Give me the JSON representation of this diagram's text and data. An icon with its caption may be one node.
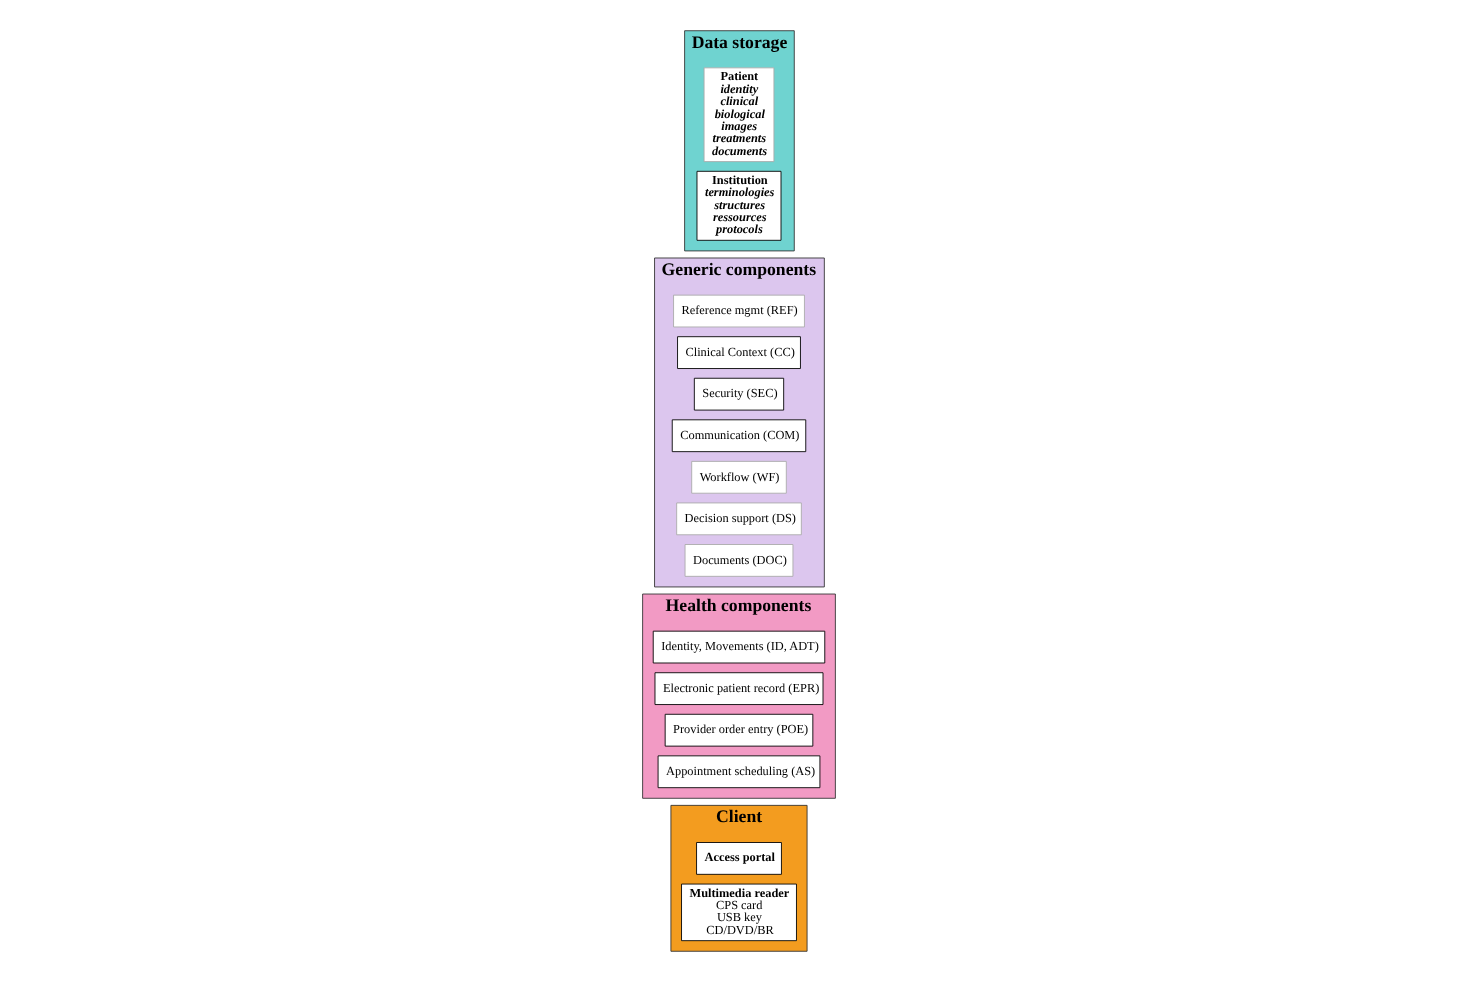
{
  "diagram": {
    "nodes": [
      {
        "text": [
          "Client"
        ]
      },
      {
        "text": [
          "Access portal"
        ],
        "in": 0
      },
      {
        "text": [
          "Multimedia reader",
          "CPS card",
          "USB key",
          "CD/DVD/BR"
        ],
        "in": 0
      },
      {
        "text": [
          "Health components"
        ]
      },
      {
        "text": [
          "Identity, Movements (ID, ADT)"
        ],
        "in": 3
      },
      {
        "text": [
          "Electronic patient record (EPR)"
        ],
        "in": 3
      },
      {
        "text": [
          "Provider order entry (POE)"
        ],
        "in": 3
      },
      {
        "text": [
          "Appointment scheduling (AS)"
        ],
        "in": 3
      },
      {
        "text": [
          "Generic components"
        ]
      },
      {
        "text": [
          "Reference mgmt (REF)"
        ],
        "in": 8
      },
      {
        "text": [
          "Clinical Context (CC)"
        ],
        "in": 8
      },
      {
        "text": [
          "Security (SEC)"
        ],
        "in": 8
      },
      {
        "text": [
          "Communication (COM)"
        ],
        "in": 8
      },
      {
        "text": [
          "Workflow (WF)"
        ],
        "in": 8
      },
      {
        "text": [
          "Decision support (DS)"
        ],
        "in": 8
      },
      {
        "text": [
          "Documents (DOC)"
        ],
        "in": 8
      },
      {
        "text": [
          "Data storage"
        ]
      },
      {
        "text": [
          "Patient",
          "identity",
          "clinical",
          "biological",
          "images",
          "treatments",
          "documents"
        ],
        "in": 16
      },
      {
        "text": [
          "Institution",
          "terminologies",
          "structures",
          "ressources",
          "protocols"
        ],
        "in": 16
      }
    ]
  }
}
